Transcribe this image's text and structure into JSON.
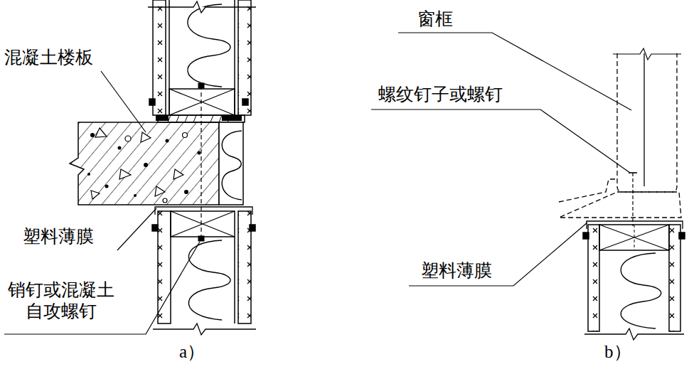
{
  "diagram": {
    "labels": [
      "混凝土楼板",
      "塑料薄膜",
      "销钉或混凝土 自攻螺钉",
      "a）",
      "窗框",
      "螺纹钉子或螺钉",
      "塑料薄膜",
      "b）"
    ]
  }
}
